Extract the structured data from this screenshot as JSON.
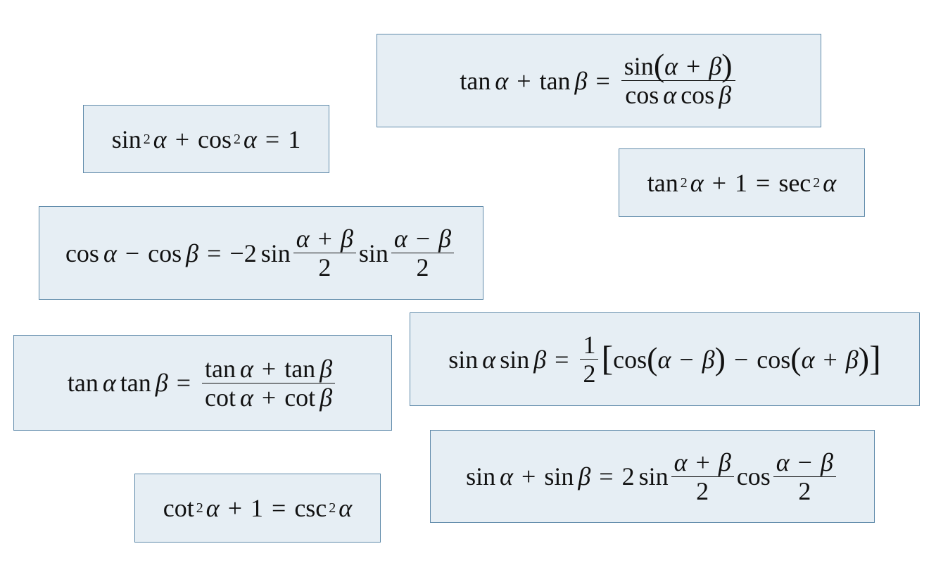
{
  "formulas": {
    "tan_sum": "tan α + tan β = sin(α + β) / (cos α cos β)",
    "pythagorean": "sin² α + cos² α = 1",
    "tan_sec": "tan² α + 1 = sec² α",
    "cos_diff": "cos α − cos β = −2 sin((α + β)/2) sin((α − β)/2)",
    "tan_product": "tan α tan β = (tan α + tan β) / (cot α + cot β)",
    "sin_product": "sin α sin β = (1/2)[cos(α − β) − cos(α + β)]",
    "sin_sum": "sin α + sin β = 2 sin((α + β)/2) cos((α − β)/2)",
    "cot_csc": "cot² α + 1 = csc² α"
  },
  "symbols": {
    "alpha": "α",
    "beta": "β",
    "plus": "+",
    "minus": "−",
    "equals": "=",
    "two": "2",
    "one": "1",
    "neg_two": "−2",
    "lparen": "(",
    "rparen": ")",
    "lbracket": "[",
    "rbracket": "]",
    "sin": "sin",
    "cos": "cos",
    "tan": "tan",
    "cot": "cot",
    "sec": "sec",
    "csc": "csc"
  },
  "colors": {
    "card_fill": "#e6eef4",
    "card_border": "#5f8aaa",
    "text": "#111111"
  }
}
